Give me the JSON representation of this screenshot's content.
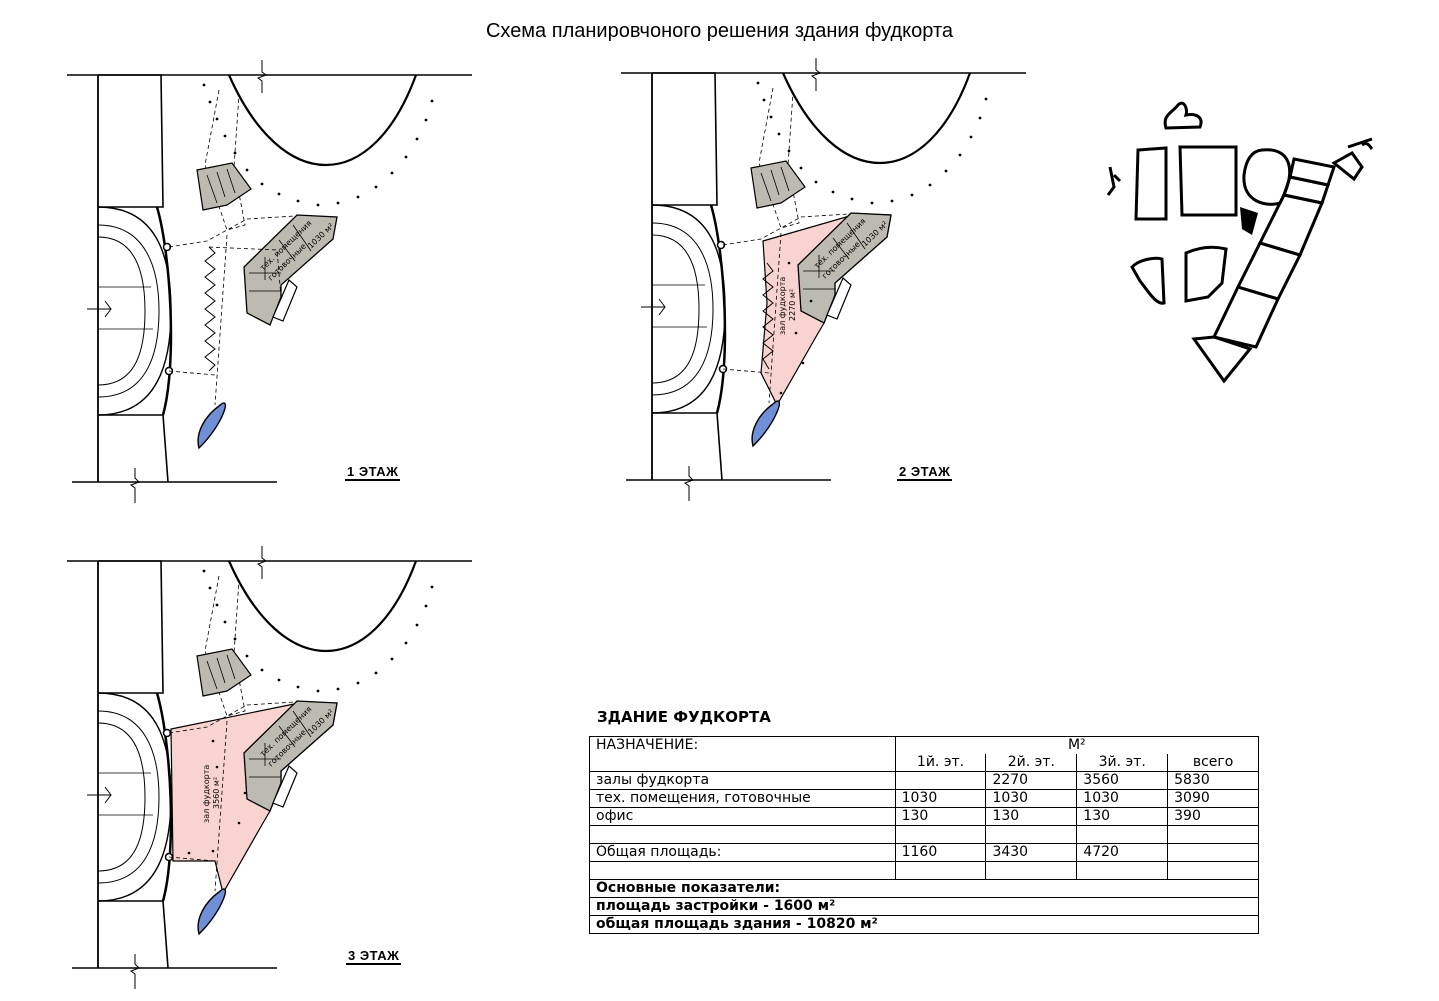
{
  "title": "Схема планировчоного решения здания фудкорта",
  "floors": [
    {
      "label": "1 ЭТАЖ",
      "hall_label": "",
      "hall_area": "",
      "tech_label_1": "тех. помещения",
      "tech_label_2": "готовочные",
      "tech_area": "1030 м²"
    },
    {
      "label": "2 ЭТАЖ",
      "hall_label": "зал фудкорта",
      "hall_area": "2270 м²",
      "tech_label_1": "тех. помещения",
      "tech_label_2": "готовочные",
      "tech_area": "1030 м²"
    },
    {
      "label": "3 ЭТАЖ",
      "hall_label": "зал фудкорта",
      "hall_area": "3560 м²",
      "tech_label_1": "тех. помещения",
      "tech_label_2": "готовочные",
      "tech_area": "1030 м²"
    }
  ],
  "colors": {
    "hall_fill": "#f8d3cf",
    "tech_fill": "#bdbab2",
    "water_fill": "#6f8fd6",
    "ink": "#000000"
  },
  "table": {
    "heading": "ЗДАНИЕ ФУДКОРТА",
    "purpose_header": "НАЗНАЧЕНИЕ:",
    "unit_header": "М²",
    "columns": [
      "1й. эт.",
      "2й. эт.",
      "3й. эт.",
      "всего"
    ],
    "rows": [
      {
        "name": "залы фудкорта",
        "values": [
          "",
          "2270",
          "3560",
          "5830"
        ]
      },
      {
        "name": "тех. помещения, готовочные",
        "values": [
          "1030",
          "1030",
          "1030",
          "3090"
        ]
      },
      {
        "name": "офис",
        "values": [
          "130",
          "130",
          "130",
          "390"
        ]
      }
    ],
    "total": {
      "name": "Общая площадь:",
      "values": [
        "1160",
        "3430",
        "4720",
        ""
      ]
    },
    "indicators_heading": "Основные показатели:",
    "footprint": "площадь застройки - 1600 м²",
    "gross_area": "общая площадь здания - 10820 м²"
  }
}
